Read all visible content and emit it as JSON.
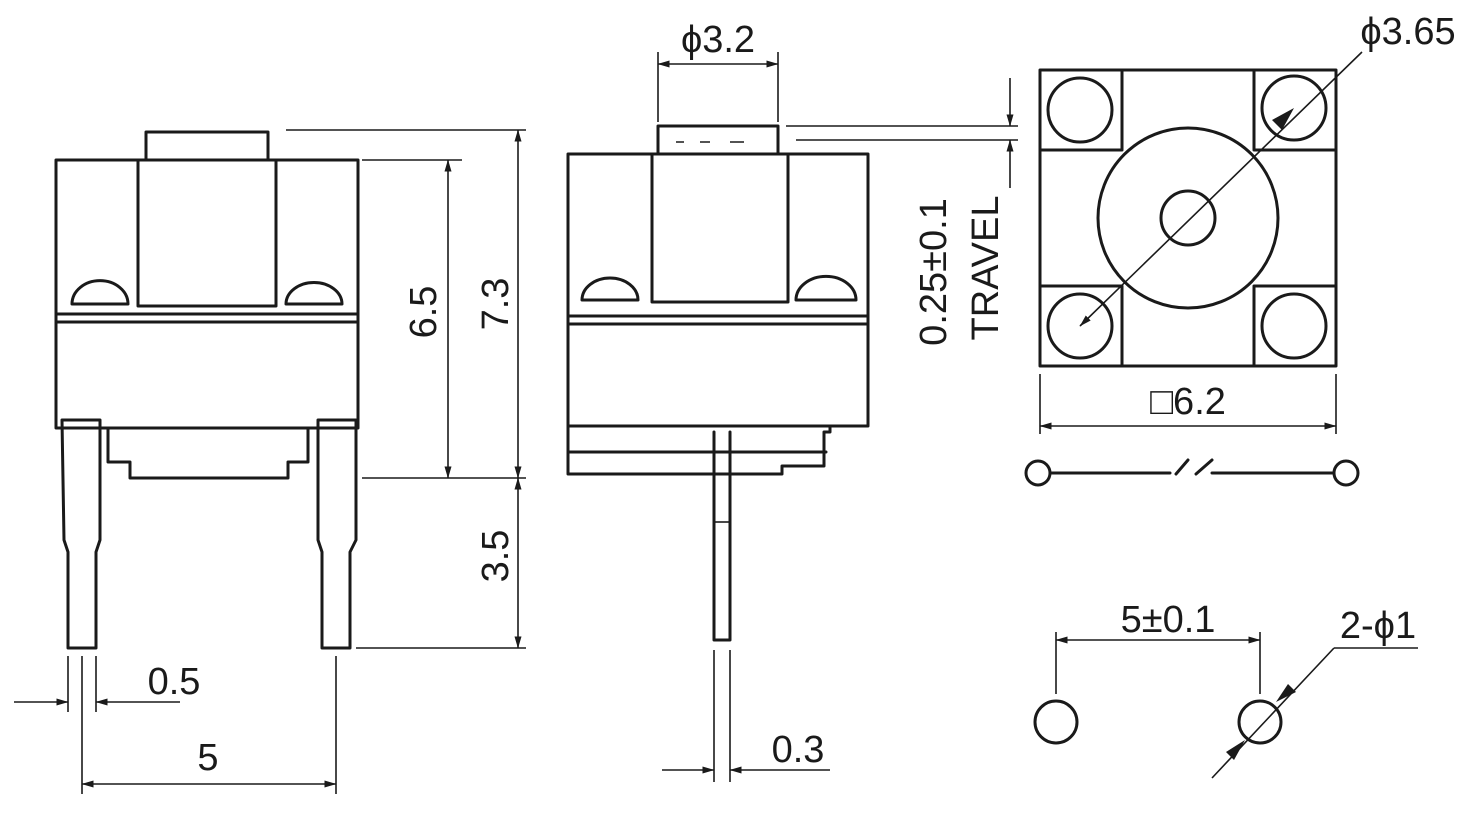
{
  "dimensions": {
    "phi_3_2": "ϕ3.2",
    "phi_3_65": "ϕ3.65",
    "h_6_5": "6.5",
    "h_7_3": "7.3",
    "travel_value": "0.25±0.1",
    "travel_label": "TRAVEL",
    "square_6_2": "□6.2",
    "lead_3_5": "3.5",
    "lead_0_5": "0.5",
    "pitch_5": "5",
    "lead_0_3": "0.3",
    "hole_pitch": "5±0.1",
    "hole_dia": "2-ϕ1"
  }
}
